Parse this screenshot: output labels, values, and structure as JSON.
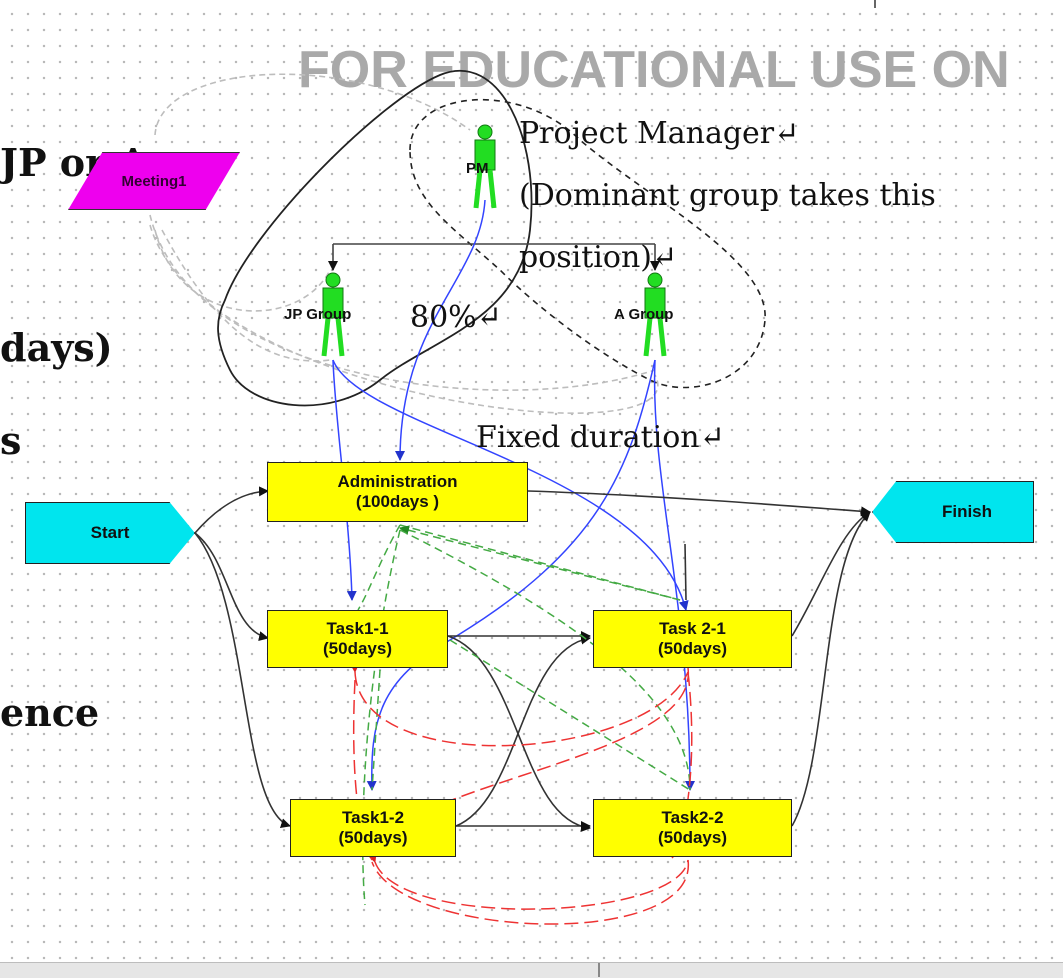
{
  "watermark": "FOR EDUCATIONAL USE ON",
  "slide_fragments": {
    "line1": "JP or A",
    "line2": "days)",
    "line3": "s",
    "line4": "ence"
  },
  "meeting": {
    "label": "Meeting1"
  },
  "actors": {
    "pm": "PM",
    "jp": "JP Group",
    "a": "A Group"
  },
  "annotations": {
    "pm_line1": "Project Manager↵",
    "pm_line2": "(Dominant group takes this",
    "pm_line3": "position)↵",
    "percent": "80%↵",
    "fixed": "Fixed duration↵"
  },
  "terminals": {
    "start": "Start",
    "finish": "Finish"
  },
  "tasks": {
    "admin": {
      "line1": "Administration",
      "line2": "(100days )"
    },
    "t11": {
      "line1": "Task1-1",
      "line2": "(50days)"
    },
    "t21": {
      "line1": "Task 2-1",
      "line2": "(50days)"
    },
    "t12": {
      "line1": "Task1-2",
      "line2": "(50days)"
    },
    "t22": {
      "line1": "Task2-2",
      "line2": "(50days)"
    }
  },
  "colors": {
    "task_fill": "#ffff00",
    "terminal_fill": "#00e5ee",
    "meeting_fill": "#ee00ee",
    "person": "#22dd22",
    "assignment_link": "#3344ff",
    "rework_link": "#ff4444",
    "exchange_link": "#33aa33"
  }
}
